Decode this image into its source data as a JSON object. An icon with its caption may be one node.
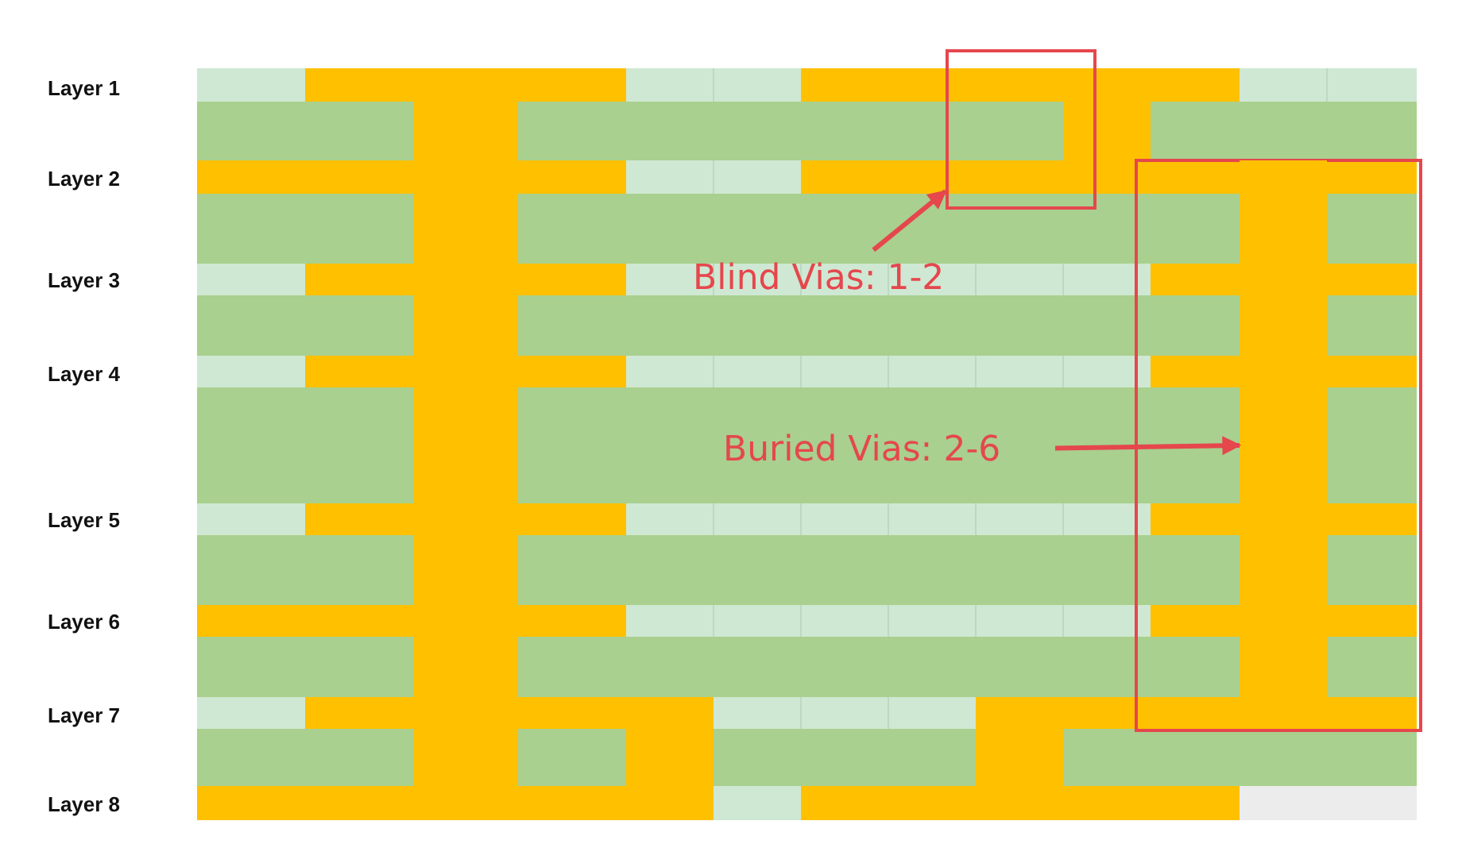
{
  "diagram": {
    "nodes": [
      {
        "text": [],
        "shape": "box"
      },
      {
        "text": [
          "Blind Vias: 1-2"
        ]
      },
      {
        "text": [],
        "shape": "box"
      },
      {
        "text": [],
        "shape": "bar",
        "in": 2
      },
      {
        "text": [
          "Buried Vias: 2-6"
        ]
      }
    ],
    "edges": [
      {
        "from": 1,
        "to": 0,
        "arrow": "to"
      },
      {
        "from": 4,
        "to": 3,
        "arrow": "to"
      }
    ],
    "labels": [
      "Layer 1",
      "Layer 2",
      "Layer 3",
      "Layer 4",
      "Layer 5",
      "Layer 6",
      "Layer 7",
      "Layer 8"
    ]
  }
}
